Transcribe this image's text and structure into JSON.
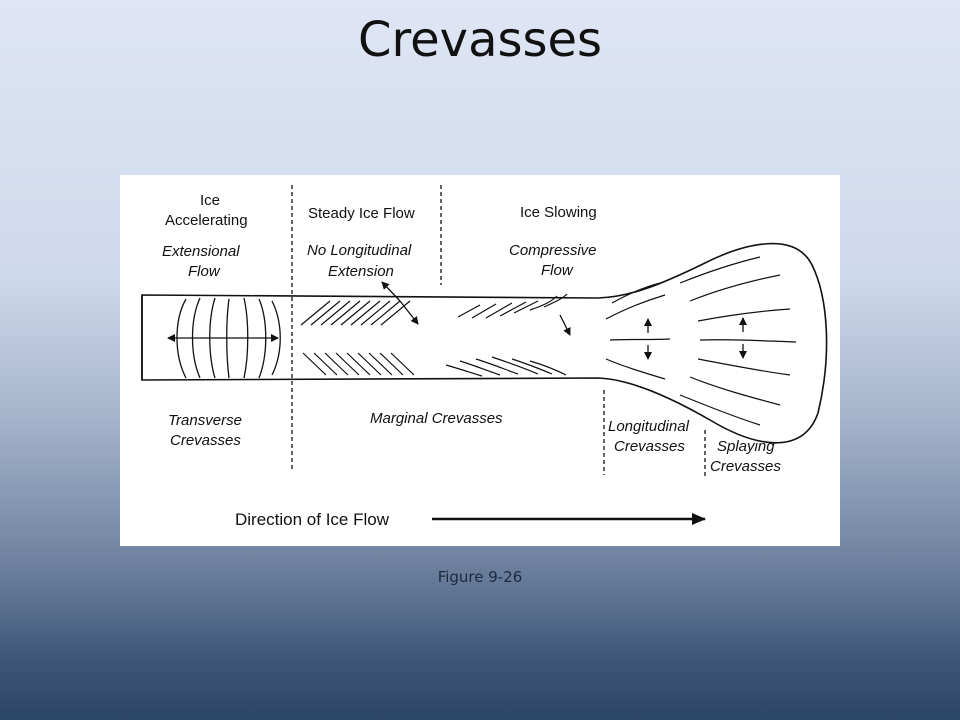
{
  "slide": {
    "title": "Crevasses",
    "caption": "Figure 9-26"
  },
  "diagram": {
    "zones": {
      "accelerating": "Ice\nAccelerating",
      "steady": "Steady Ice Flow",
      "slowing": "Ice Slowing"
    },
    "flow_types": {
      "extensional": "Extensional\nFlow",
      "no_longitudinal": "No Longitudinal\nExtension",
      "compressive": "Compressive\nFlow"
    },
    "crevasse_types": {
      "transverse": "Transverse\nCrevasses",
      "marginal": "Marginal Crevasses",
      "longitudinal": "Longitudinal\nCrevasses",
      "splaying": "Splaying\nCrevasses"
    },
    "direction_label": "Direction of Ice Flow"
  }
}
